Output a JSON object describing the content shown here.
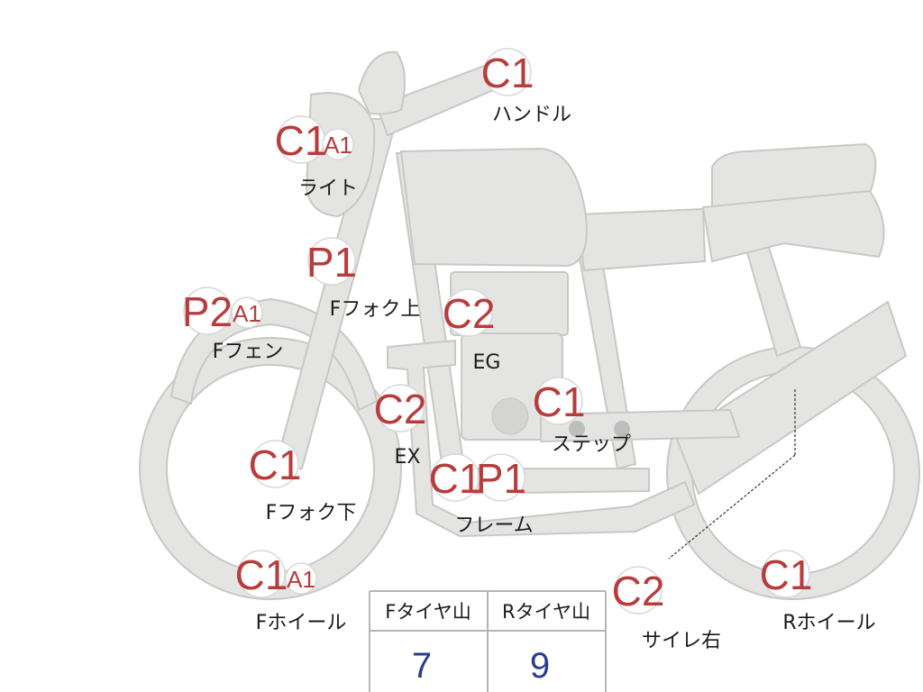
{
  "markers": [
    {
      "id": "handle",
      "badges": [
        "C1"
      ],
      "label": "ハンドル"
    },
    {
      "id": "light",
      "badges": [
        "C1",
        "A1"
      ],
      "label": "ライト"
    },
    {
      "id": "ffork-upper",
      "badges": [
        "P1"
      ],
      "label": "Fフォク上"
    },
    {
      "id": "ffender",
      "badges": [
        "P2",
        "A1"
      ],
      "label": "Fフェン"
    },
    {
      "id": "engine",
      "badges": [
        "C2"
      ],
      "label": "EG"
    },
    {
      "id": "exhaust",
      "badges": [
        "C2"
      ],
      "label": "EX"
    },
    {
      "id": "step",
      "badges": [
        "C1"
      ],
      "label": "ステップ"
    },
    {
      "id": "ffork-lower",
      "badges": [
        "C1"
      ],
      "label": "Fフォク下"
    },
    {
      "id": "frame",
      "badges": [
        "C1",
        "P1"
      ],
      "label": "フレーム"
    },
    {
      "id": "fwheel",
      "badges": [
        "C1",
        "A1"
      ],
      "label": "Fホイール"
    },
    {
      "id": "muffler-right",
      "badges": [
        "C2"
      ],
      "label": "サイレ右"
    },
    {
      "id": "rwheel",
      "badges": [
        "C1"
      ],
      "label": "Rホイール"
    }
  ],
  "tire_table": {
    "headers": [
      "Fタイヤ山",
      "Rタイヤ山"
    ],
    "values": [
      "7",
      "9"
    ]
  },
  "colors": {
    "badge_text": "#b83c3c",
    "bike_fill": "#e4e4e2",
    "bike_stroke": "#c8c8c6",
    "table_value": "#2a3e8c"
  }
}
